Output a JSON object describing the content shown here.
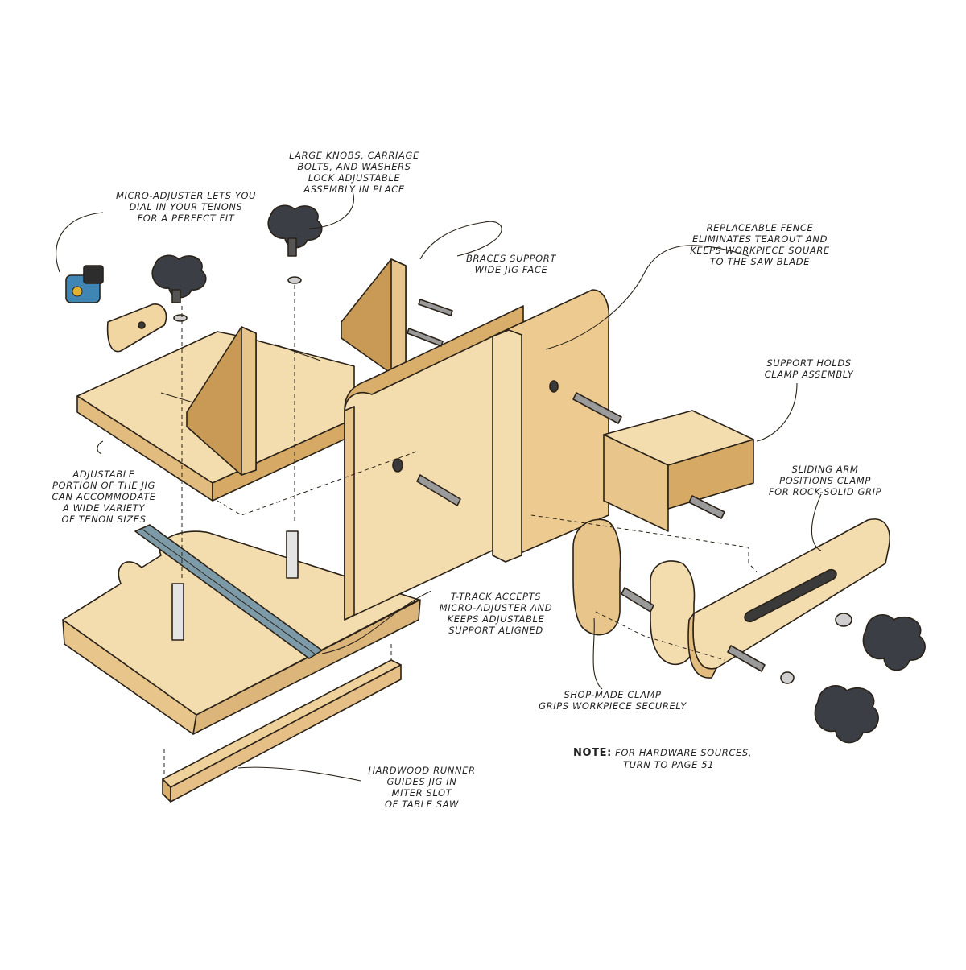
{
  "callouts": {
    "knobs": [
      "LARGE KNOBS, CARRIAGE",
      "BOLTS, AND WASHERS",
      "LOCK ADJUSTABLE",
      "ASSEMBLY IN PLACE"
    ],
    "micro": [
      "MICRO-ADJUSTER LETS YOU",
      "DIAL IN YOUR TENONS",
      "FOR A PERFECT FIT"
    ],
    "braces": [
      "BRACES SUPPORT",
      "WIDE JIG FACE"
    ],
    "fence": [
      "REPLACEABLE FENCE",
      "ELIMINATES TEAROUT AND",
      "KEEPS WORKPIECE SQUARE",
      "TO THE SAW BLADE"
    ],
    "support": [
      "SUPPORT HOLDS",
      "CLAMP ASSEMBLY"
    ],
    "arm": [
      "SLIDING ARM",
      "POSITIONS CLAMP",
      "FOR ROCK-SOLID GRIP"
    ],
    "adjustable": [
      "ADJUSTABLE",
      "PORTION OF THE JIG",
      "CAN ACCOMMODATE",
      "A WIDE VARIETY",
      "OF TENON SIZES"
    ],
    "ttrack": [
      "T-TRACK ACCEPTS",
      "MICRO-ADJUSTER AND",
      "KEEPS ADJUSTABLE",
      "SUPPORT ALIGNED"
    ],
    "clamp": [
      "SHOP-MADE CLAMP",
      "GRIPS WORKPIECE SECURELY"
    ],
    "runner": [
      "HARDWOOD RUNNER",
      "GUIDES JIG IN",
      "MITER SLOT",
      "OF TABLE SAW"
    ]
  },
  "note": {
    "label": "NOTE:",
    "line1": "FOR HARDWARE SOURCES,",
    "line2": "TURN TO PAGE 51"
  },
  "colors": {
    "wood_light": "#f3dcae",
    "wood_mid": "#e8c58a",
    "wood_dark": "#c99a55",
    "knob": "#3b3f45",
    "track": "#6f8d9c",
    "adjuster": "#3f86b5",
    "ink": "#1e1e1e"
  }
}
